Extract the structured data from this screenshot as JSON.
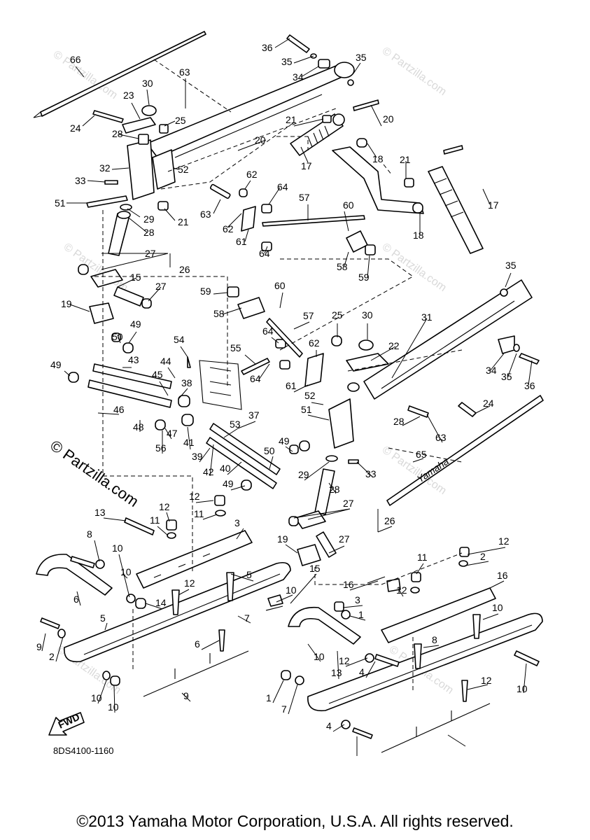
{
  "diagram": {
    "part_number": "8DS4100-1160",
    "fwd_label": "FWD",
    "watermark": "© Partzilla.com",
    "watermark_small": "© Partzilla.com",
    "copyright": "©2013 Yamaha Motor Corporation, U.S.A. All rights reserved.",
    "ski_decal_text": "Yamaha",
    "callouts": [
      "66",
      "63",
      "36",
      "35",
      "34",
      "35",
      "30",
      "23",
      "24",
      "25",
      "28",
      "20",
      "21",
      "18",
      "17",
      "32",
      "33",
      "52",
      "20",
      "21",
      "51",
      "29",
      "21",
      "62",
      "64",
      "63",
      "28",
      "57",
      "60",
      "62",
      "61",
      "64",
      "27",
      "26",
      "58",
      "59",
      "18",
      "17",
      "15",
      "27",
      "19",
      "35",
      "59",
      "60",
      "58",
      "57",
      "25",
      "30",
      "31",
      "22",
      "64",
      "50",
      "49",
      "54",
      "55",
      "62",
      "64",
      "34",
      "35",
      "36",
      "43",
      "49",
      "44",
      "45",
      "38",
      "61",
      "52",
      "46",
      "48",
      "47",
      "51",
      "24",
      "56",
      "41",
      "53",
      "37",
      "28",
      "63",
      "39",
      "49",
      "42",
      "40",
      "50",
      "65",
      "33",
      "29",
      "28",
      "49",
      "12",
      "13",
      "27",
      "11",
      "12",
      "26",
      "11",
      "3",
      "8",
      "10",
      "19",
      "27",
      "5",
      "15",
      "10",
      "16",
      "12",
      "11",
      "2",
      "6",
      "12",
      "14",
      "12",
      "10",
      "3",
      "1",
      "16",
      "5",
      "7",
      "10",
      "9",
      "2",
      "6",
      "10",
      "8",
      "12",
      "4",
      "10",
      "9",
      "12",
      "1",
      "13",
      "10",
      "10",
      "7",
      "4"
    ]
  }
}
